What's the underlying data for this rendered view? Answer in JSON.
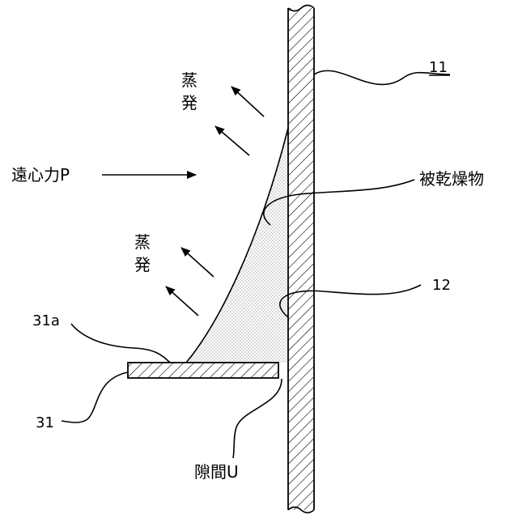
{
  "labels": {
    "plate_ref": "11",
    "evap_upper": [
      "蒸",
      "発"
    ],
    "evap_lower": [
      "蒸",
      "発"
    ],
    "centrifugal": "遠心力P",
    "dried_material": "被乾燥物",
    "surface_ref": "12",
    "shelf_tip_ref": "31a",
    "shelf_ref": "31",
    "gap": "隙間U"
  },
  "colors": {
    "stroke": "#000000",
    "background": "#ffffff",
    "dots": "#4a4a4a"
  }
}
